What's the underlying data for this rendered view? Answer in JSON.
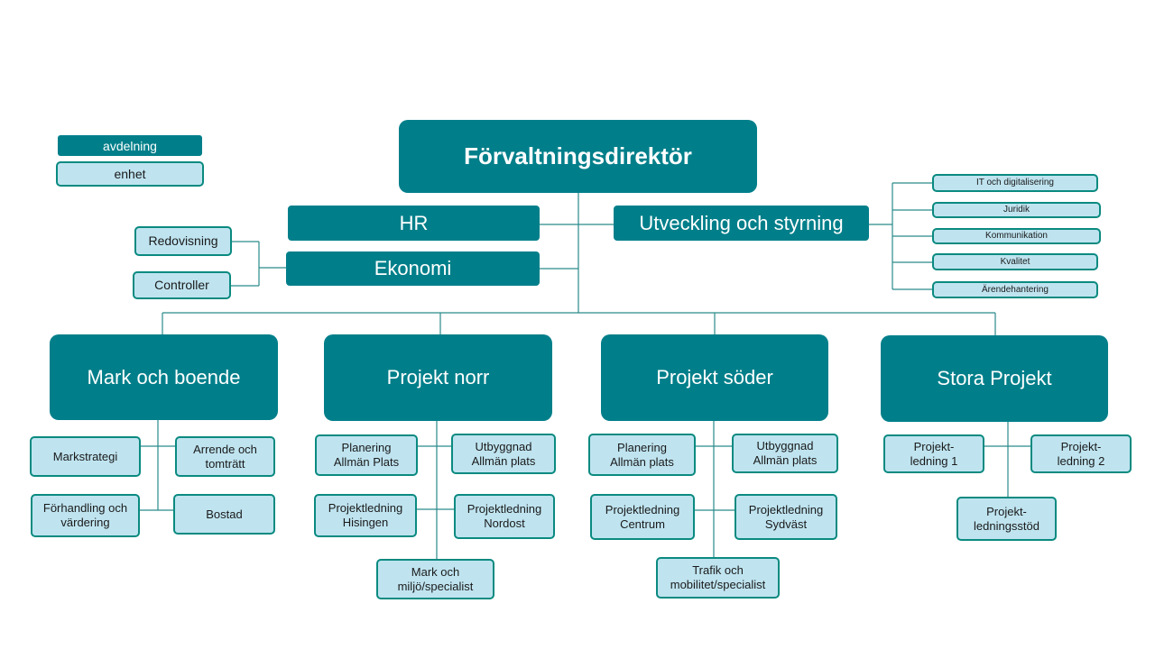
{
  "legend": {
    "department": "avdelning",
    "unit": "enhet"
  },
  "director": "Förvaltningsdirektör",
  "staff": {
    "hr": "HR",
    "ekonomi": "Ekonomi",
    "ekonomi_units": [
      "Redovisning",
      "Controller"
    ],
    "utveckling": "Utveckling och styrning",
    "utveckling_units": [
      "IT och digitalisering",
      "Juridik",
      "Kommunikation",
      "Kvalitet",
      "Ärendehantering"
    ]
  },
  "departments": [
    {
      "name": "Mark och boende",
      "units": [
        "Markstrategi",
        "Arrende och\ntomträtt",
        "Förhandling och\nvärdering",
        "Bostad"
      ]
    },
    {
      "name": "Projekt norr",
      "units": [
        "Planering\nAllmän Plats",
        "Utbyggnad\nAllmän plats",
        "Projektledning\nHisingen",
        "Projektledning\nNordost",
        "Mark och\nmiljö/specialist"
      ]
    },
    {
      "name": "Projekt söder",
      "units": [
        "Planering\nAllmän plats",
        "Utbyggnad\nAllmän plats",
        "Projektledning\nCentrum",
        "Projektledning\nSydväst",
        "Trafik och\nmobilitet/specialist"
      ]
    },
    {
      "name": "Stora Projekt",
      "units": [
        "Projekt-\nledning 1",
        "Projekt-\nledning 2",
        "Projekt-\nledningsstöd"
      ]
    }
  ],
  "colors": {
    "department": "#007f8a",
    "unit_fill": "#bfe4f0",
    "unit_border": "#0a8a80",
    "connector": "#2a8a8a"
  }
}
